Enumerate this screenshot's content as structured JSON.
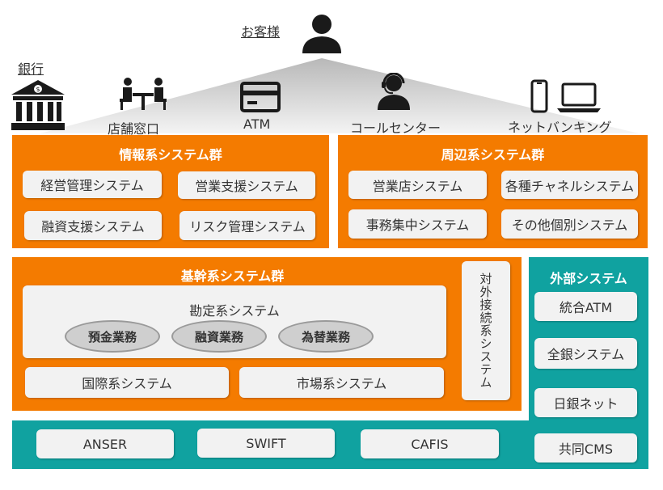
{
  "top": {
    "customer": "お客様",
    "bank": "銀行",
    "channels": [
      "店舗窓口",
      "ATM",
      "コールセンター",
      "ネットバンキング"
    ]
  },
  "info_group": {
    "title": "情報系システム群",
    "systems": [
      "経営管理システム",
      "営業支援システム",
      "融資支援システム",
      "リスク管理システム"
    ]
  },
  "peripheral_group": {
    "title": "周辺系システム群",
    "systems": [
      "営業店システム",
      "各種チャネルシステム",
      "事務集中システム",
      "その他個別システム"
    ]
  },
  "core_group": {
    "title": "基幹系システム群",
    "accounting": "勘定系システム",
    "operations": [
      "預金業務",
      "融資業務",
      "為替業務"
    ],
    "international": "国際系システム",
    "market": "市場系システム",
    "external_connection": "対外接続系システム"
  },
  "external_group": {
    "title": "外部システム",
    "systems": [
      "統合ATM",
      "全銀システム",
      "日銀ネット",
      "共同CMS"
    ]
  },
  "bottom_networks": [
    "ANSER",
    "SWIFT",
    "CAFIS"
  ],
  "colors": {
    "orange": "#f47b00",
    "teal": "#10a2a0",
    "box": "#f2f2f2",
    "icon": "#1a1a1a"
  }
}
